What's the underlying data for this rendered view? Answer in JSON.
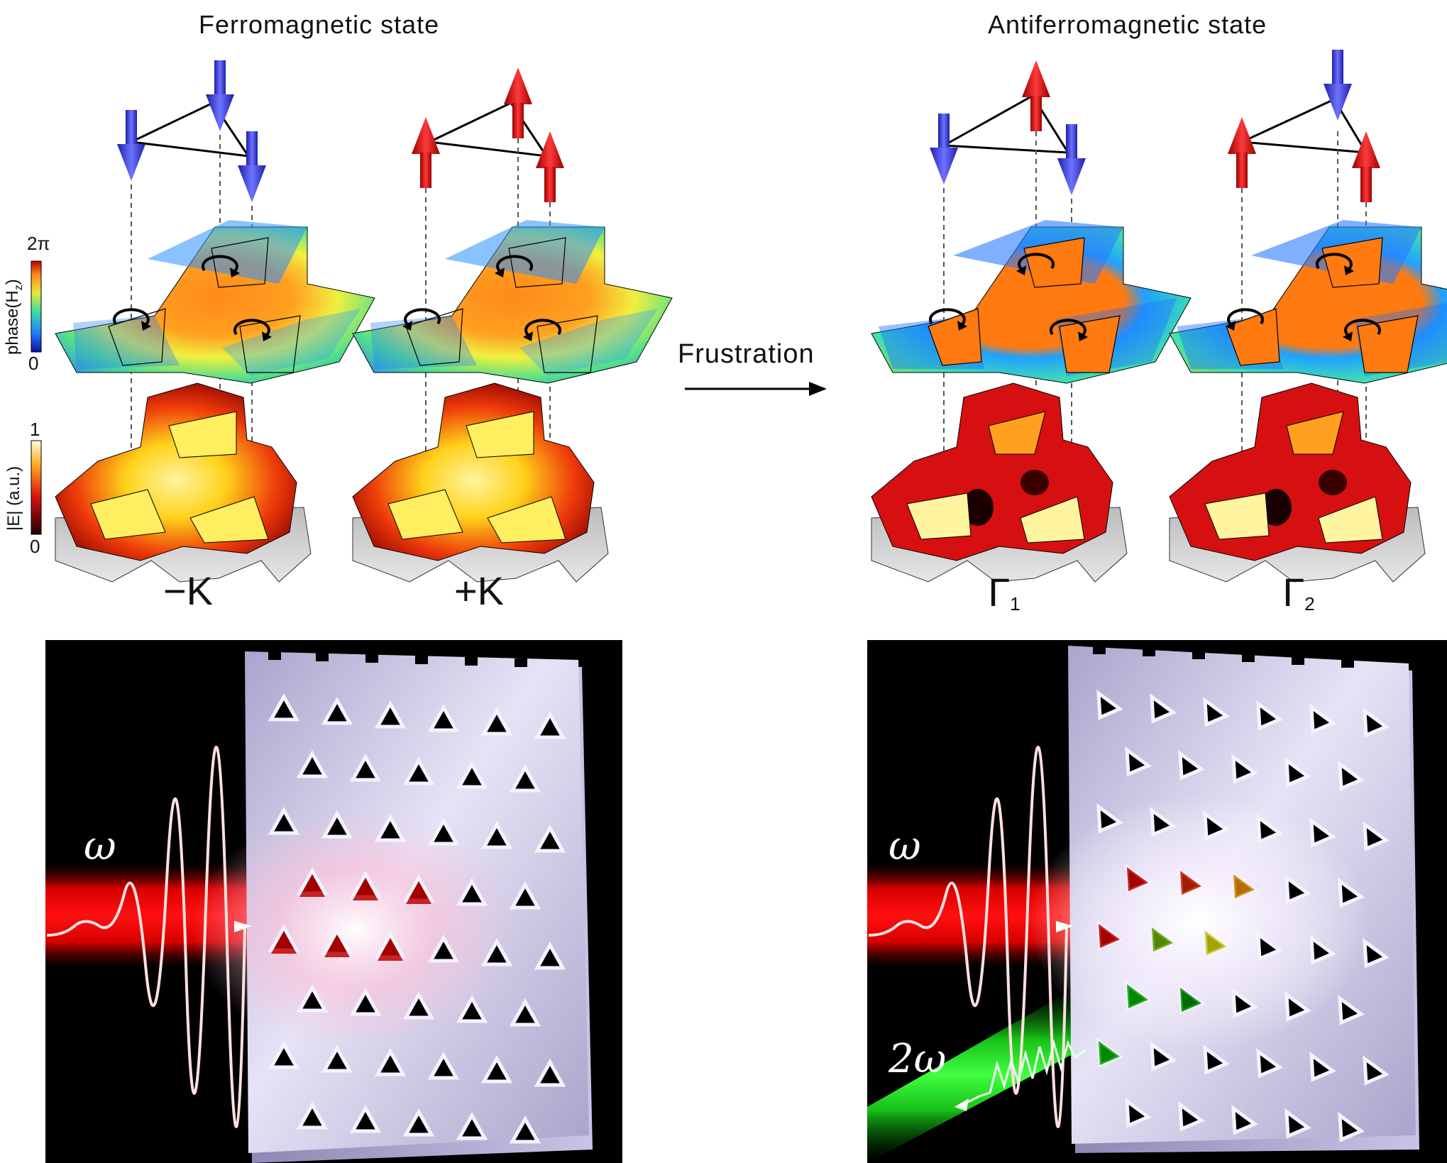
{
  "top": {
    "ferro_title": "Ferromagnetic state",
    "antiferro_title": "Antiferromagnetic state",
    "transition_label": "Frustration",
    "colorbar_phase": {
      "axis": "phase(H",
      "axis_sub": "z",
      "axis_end": ")",
      "max": "2π",
      "min": "0"
    },
    "colorbar_field": {
      "axis": "|E|  (a.u.)",
      "max": "1",
      "min": "0"
    },
    "modes": [
      {
        "label": "−K",
        "sub": ""
      },
      {
        "label": "+K",
        "sub": ""
      },
      {
        "label": "Γ",
        "sub": "1"
      },
      {
        "label": "Γ",
        "sub": "2"
      }
    ]
  },
  "bottom": {
    "left_input": "ω",
    "right_input": "ω",
    "right_output": "2ω"
  },
  "colors": {
    "spin_down": "#3b3fe0",
    "spin_up": "#e01818",
    "beam_red": "#e00000",
    "beam_green": "#1ed21e",
    "slab": "#c8c4e6"
  }
}
